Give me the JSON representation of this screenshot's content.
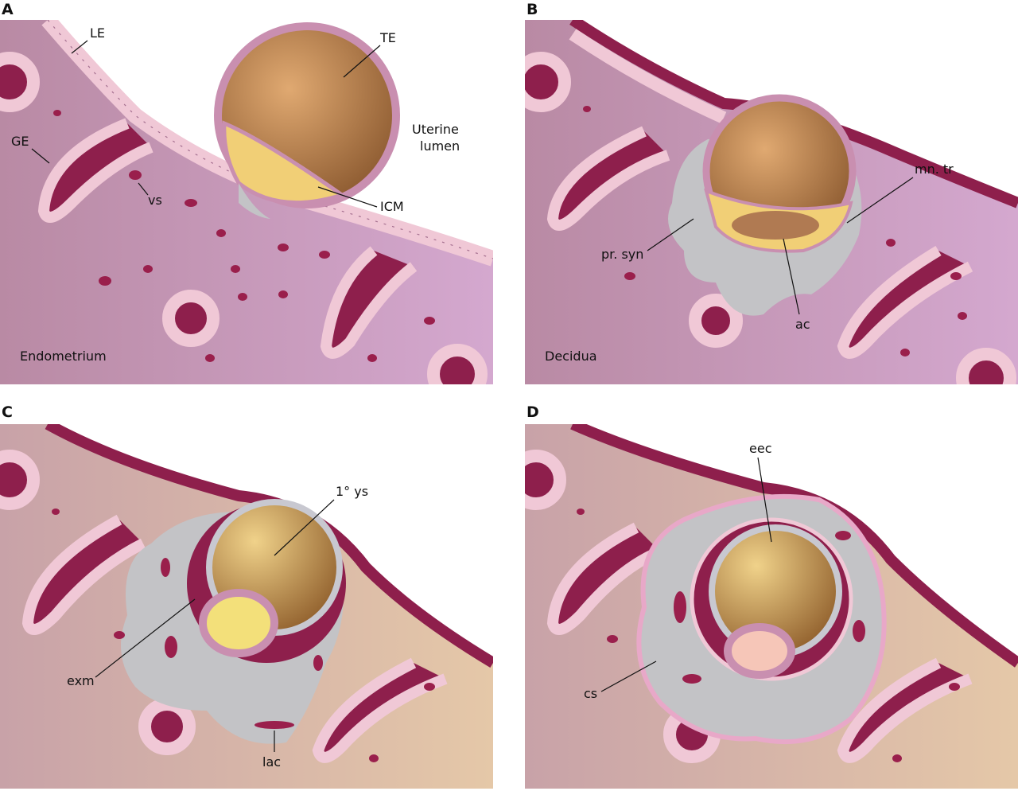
{
  "panels": [
    {
      "letter": "A",
      "tissue": "Endometrium",
      "labels": {
        "le": "LE",
        "ge": "GE",
        "te": "TE",
        "lumen_line1": "Uterine",
        "lumen_line2": "lumen",
        "vs": "vs",
        "icm": "ICM"
      }
    },
    {
      "letter": "B",
      "tissue": "Decidua",
      "labels": {
        "mntr": "mn. tr",
        "prsyn": "pr. syn",
        "ac": "ac"
      }
    },
    {
      "letter": "C",
      "labels": {
        "ys": "1° ys",
        "exm": "exm",
        "lac": "lac"
      }
    },
    {
      "letter": "D",
      "labels": {
        "eec": "eec",
        "cs": "cs"
      }
    }
  ],
  "colors": {
    "tissue": "#c79bb8",
    "lumen_wall": "#8e1f4c",
    "epithelium": "#f2cfd9",
    "trophoblast_gray": "#c3c3c6",
    "blastocyst": "#c48a4e",
    "icm": "#f1cf76"
  }
}
